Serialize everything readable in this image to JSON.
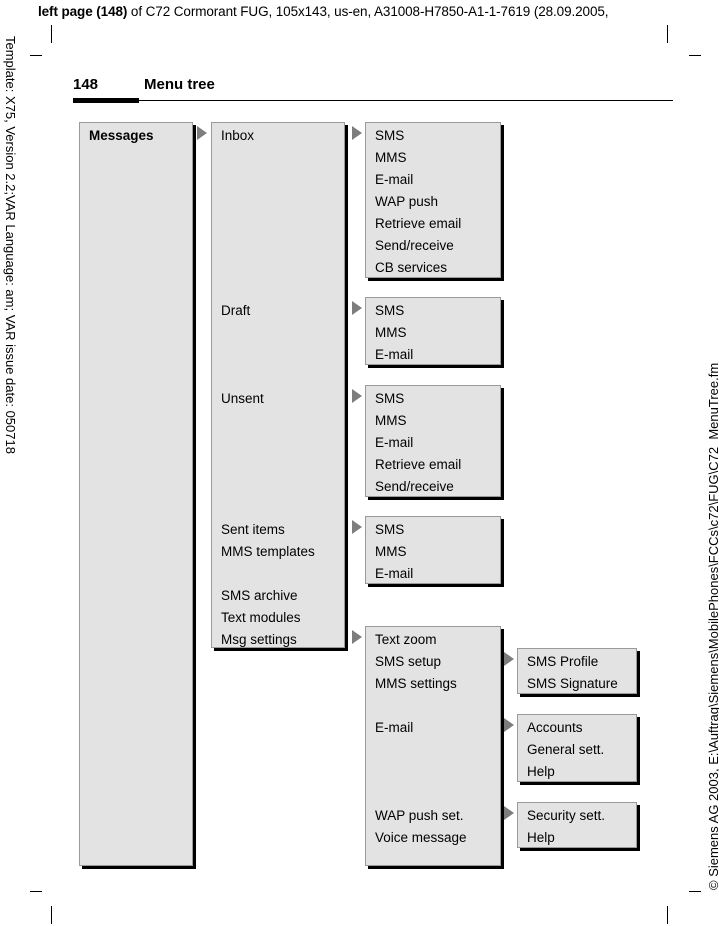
{
  "running_head": {
    "bold_prefix": "left page (148)",
    "rest": " of C72 Cormorant FUG, 105x143, us-en, A31008-H7850-A1-1-7619 (28.09.2005,"
  },
  "side_text": {
    "left": "Template: X75, Version 2.2;VAR Language: am; VAR issue date: 050718",
    "right": "© Siemens AG 2003, E:\\Auftrag\\Siemens\\MobilePhones\\FCCs\\c72\\FUG\\C72_MenuTree.fm"
  },
  "header": {
    "page_number": "148",
    "title": "Menu tree"
  },
  "colors": {
    "box_fill": "#e3e3e3",
    "box_border": "#9a9a9a",
    "shadow": "#000000",
    "arrow": "#7d7d7d",
    "text": "#000000"
  },
  "tree": {
    "root": {
      "label": "Messages"
    },
    "level2": {
      "items": [
        {
          "label": "Inbox"
        },
        {
          "label": "Draft"
        },
        {
          "label": "Unsent"
        },
        {
          "label": "Sent items"
        },
        {
          "label": "MMS templates"
        },
        {
          "label": "SMS archive"
        },
        {
          "label": "Text modules"
        },
        {
          "label": "Msg settings"
        }
      ]
    },
    "inbox_submenu": {
      "items": [
        "SMS",
        "MMS",
        "E-mail",
        "WAP push",
        "Retrieve email",
        "Send/receive",
        "CB services"
      ]
    },
    "draft_submenu": {
      "items": [
        "SMS",
        "MMS",
        "E-mail"
      ]
    },
    "unsent_submenu": {
      "items": [
        "SMS",
        "MMS",
        "E-mail",
        "Retrieve email",
        "Send/receive"
      ]
    },
    "sent_items_submenu": {
      "items": [
        "SMS",
        "MMS",
        "E-mail"
      ]
    },
    "msg_settings_submenu": {
      "items": [
        {
          "label": "Text zoom"
        },
        {
          "label": "SMS setup"
        },
        {
          "label": "MMS settings"
        },
        {
          "label": "E-mail"
        },
        {
          "label": "WAP push set."
        },
        {
          "label": "Voice message"
        }
      ]
    },
    "sms_setup_submenu": {
      "items": [
        "SMS Profile",
        "SMS Signature"
      ]
    },
    "email_settings_submenu": {
      "items": [
        "Accounts",
        "General sett.",
        "Help"
      ]
    },
    "wap_push_submenu": {
      "items": [
        "Security sett.",
        "Help"
      ]
    }
  }
}
